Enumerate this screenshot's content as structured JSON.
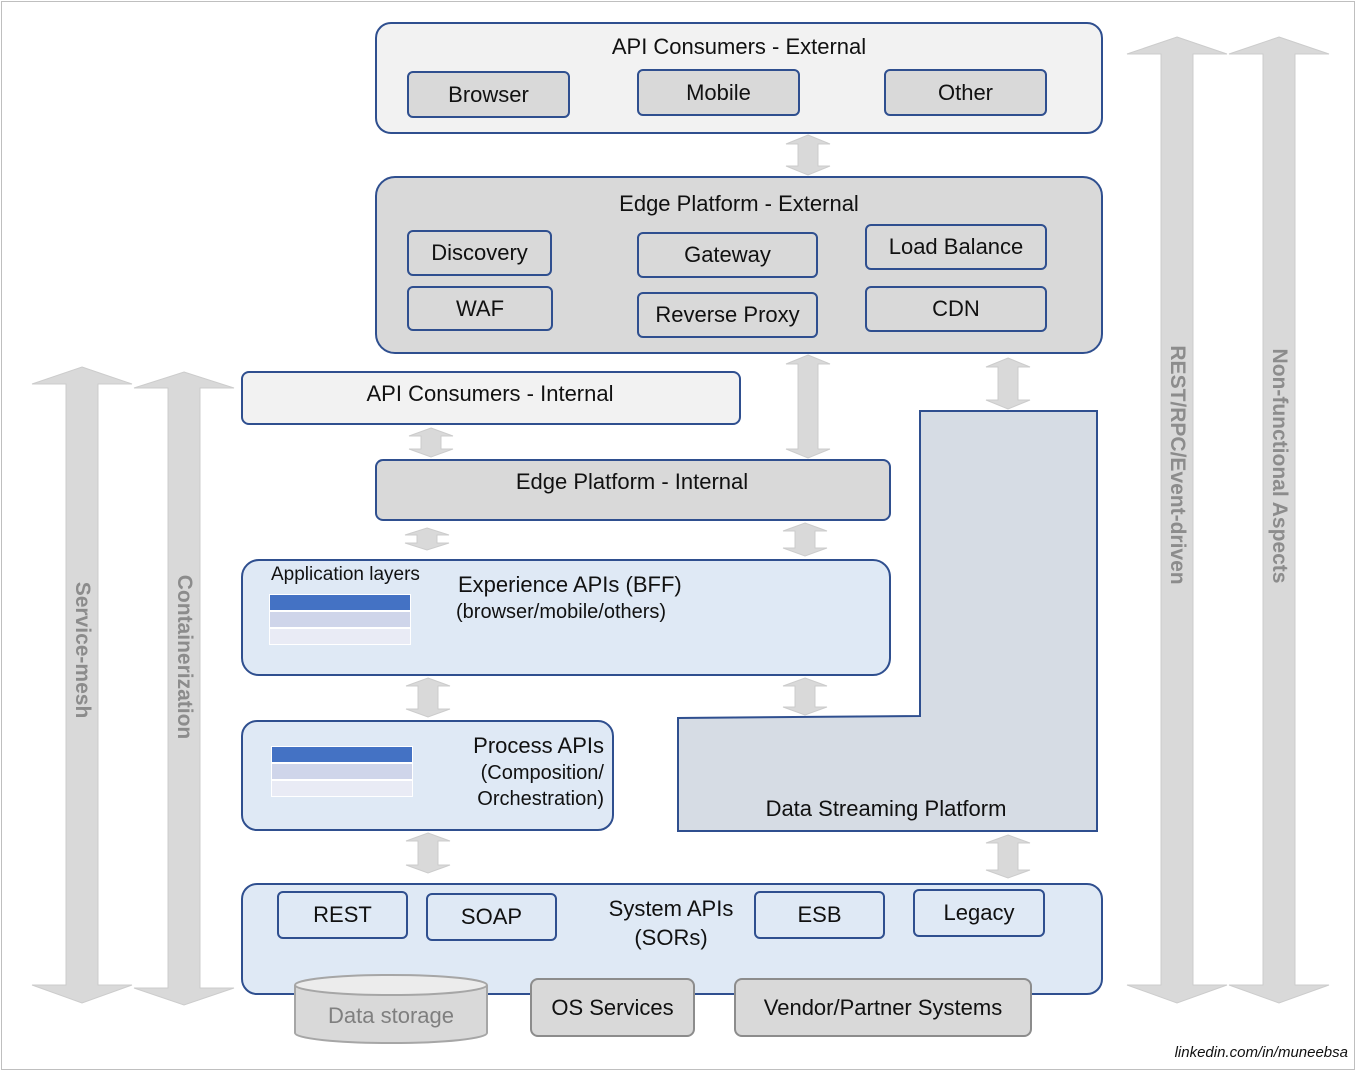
{
  "api_consumers_external": {
    "title": "API Consumers - External",
    "items": [
      "Browser",
      "Mobile",
      "Other"
    ]
  },
  "edge_platform_external": {
    "title": "Edge Platform - External",
    "items": [
      "Discovery",
      "Gateway",
      "Load Balance",
      "WAF",
      "Reverse Proxy",
      "CDN"
    ]
  },
  "api_consumers_internal": {
    "title": "API Consumers - Internal"
  },
  "edge_platform_internal": {
    "title": "Edge Platform - Internal"
  },
  "experience_apis": {
    "caption": "Application layers",
    "title": "Experience APIs (BFF)",
    "subtitle": "(browser/mobile/others)"
  },
  "process_apis": {
    "title": "Process APIs",
    "subtitle_1": "(Composition/",
    "subtitle_2": "Orchestration)"
  },
  "data_streaming": {
    "title": "Data Streaming Platform"
  },
  "system_apis": {
    "title_1": "System APIs",
    "title_2": "(SORs)",
    "items": [
      "REST",
      "SOAP",
      "ESB",
      "Legacy"
    ]
  },
  "bottom": {
    "data_storage": "Data storage",
    "os_services": "OS Services",
    "vendor": "Vendor/Partner Systems"
  },
  "side_arrows": {
    "service_mesh": "Service-mesh",
    "containerization": "Containerization",
    "rest_rpc": "REST/RPC/Event-driven",
    "non_functional": "Non-functional Aspects"
  },
  "credit": "linkedin.com/in/muneebsa",
  "colors": {
    "border": "#2f4f8f",
    "grey_fill": "#d9d9d9",
    "light_fill": "#f2f2f2",
    "blue_fill": "#dfe9f5",
    "stream_fill": "#d6dce4",
    "arrow": "#d9d9d9",
    "layer_dark": "#4472c4",
    "layer_mid": "#cfd5ea",
    "layer_light": "#e9ebf5"
  }
}
